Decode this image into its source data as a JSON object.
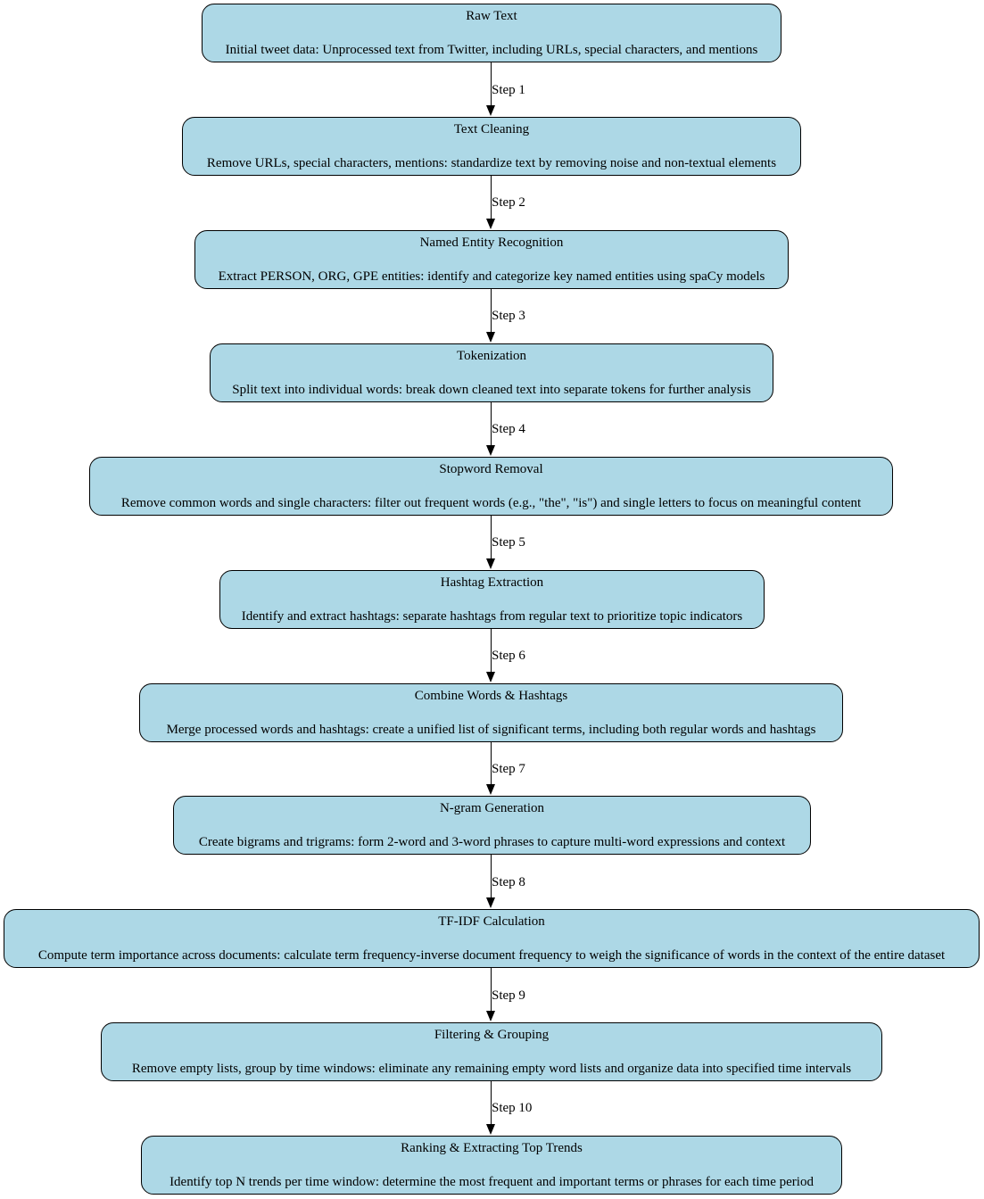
{
  "nodes": [
    {
      "title": "Raw Text",
      "description": "Initial tweet data: Unprocessed text from Twitter, including URLs, special characters, and mentions"
    },
    {
      "title": "Text Cleaning",
      "description": "Remove URLs, special characters, mentions: standardize text by removing noise and non-textual elements"
    },
    {
      "title": "Named Entity Recognition",
      "description": "Extract PERSON, ORG, GPE entities: identify and categorize key named entities using spaCy models"
    },
    {
      "title": "Tokenization",
      "description": "Split text into individual words: break down cleaned text into separate tokens for further analysis"
    },
    {
      "title": "Stopword Removal",
      "description": "Remove common words and single characters: filter out frequent words (e.g., \"the\", \"is\") and single letters to focus on meaningful content"
    },
    {
      "title": "Hashtag Extraction",
      "description": "Identify and extract hashtags: separate hashtags from regular text to prioritize topic indicators"
    },
    {
      "title": "Combine Words & Hashtags",
      "description": "Merge processed words and hashtags: create a unified list of significant terms, including both regular words and hashtags"
    },
    {
      "title": "N-gram Generation",
      "description": "Create bigrams and trigrams: form 2-word and 3-word phrases to capture multi-word expressions and context"
    },
    {
      "title": "TF-IDF Calculation",
      "description": "Compute term importance across documents: calculate term frequency-inverse document frequency to weigh the significance of words in the context of the entire dataset"
    },
    {
      "title": "Filtering & Grouping",
      "description": "Remove empty lists, group by time windows: eliminate any remaining empty word lists and organize data into specified time intervals"
    },
    {
      "title": "Ranking & Extracting Top Trends",
      "description": "Identify top N trends per time window: determine the most frequent and important terms or phrases for each time period"
    }
  ],
  "edges": [
    {
      "label": "Step 1"
    },
    {
      "label": "Step 2"
    },
    {
      "label": "Step 3"
    },
    {
      "label": "Step 4"
    },
    {
      "label": "Step 5"
    },
    {
      "label": "Step 6"
    },
    {
      "label": "Step 7"
    },
    {
      "label": "Step 8"
    },
    {
      "label": "Step 9"
    },
    {
      "label": "Step 10"
    }
  ],
  "colors": {
    "node_fill": "#add8e6",
    "node_border": "#000000",
    "edge": "#000000"
  }
}
